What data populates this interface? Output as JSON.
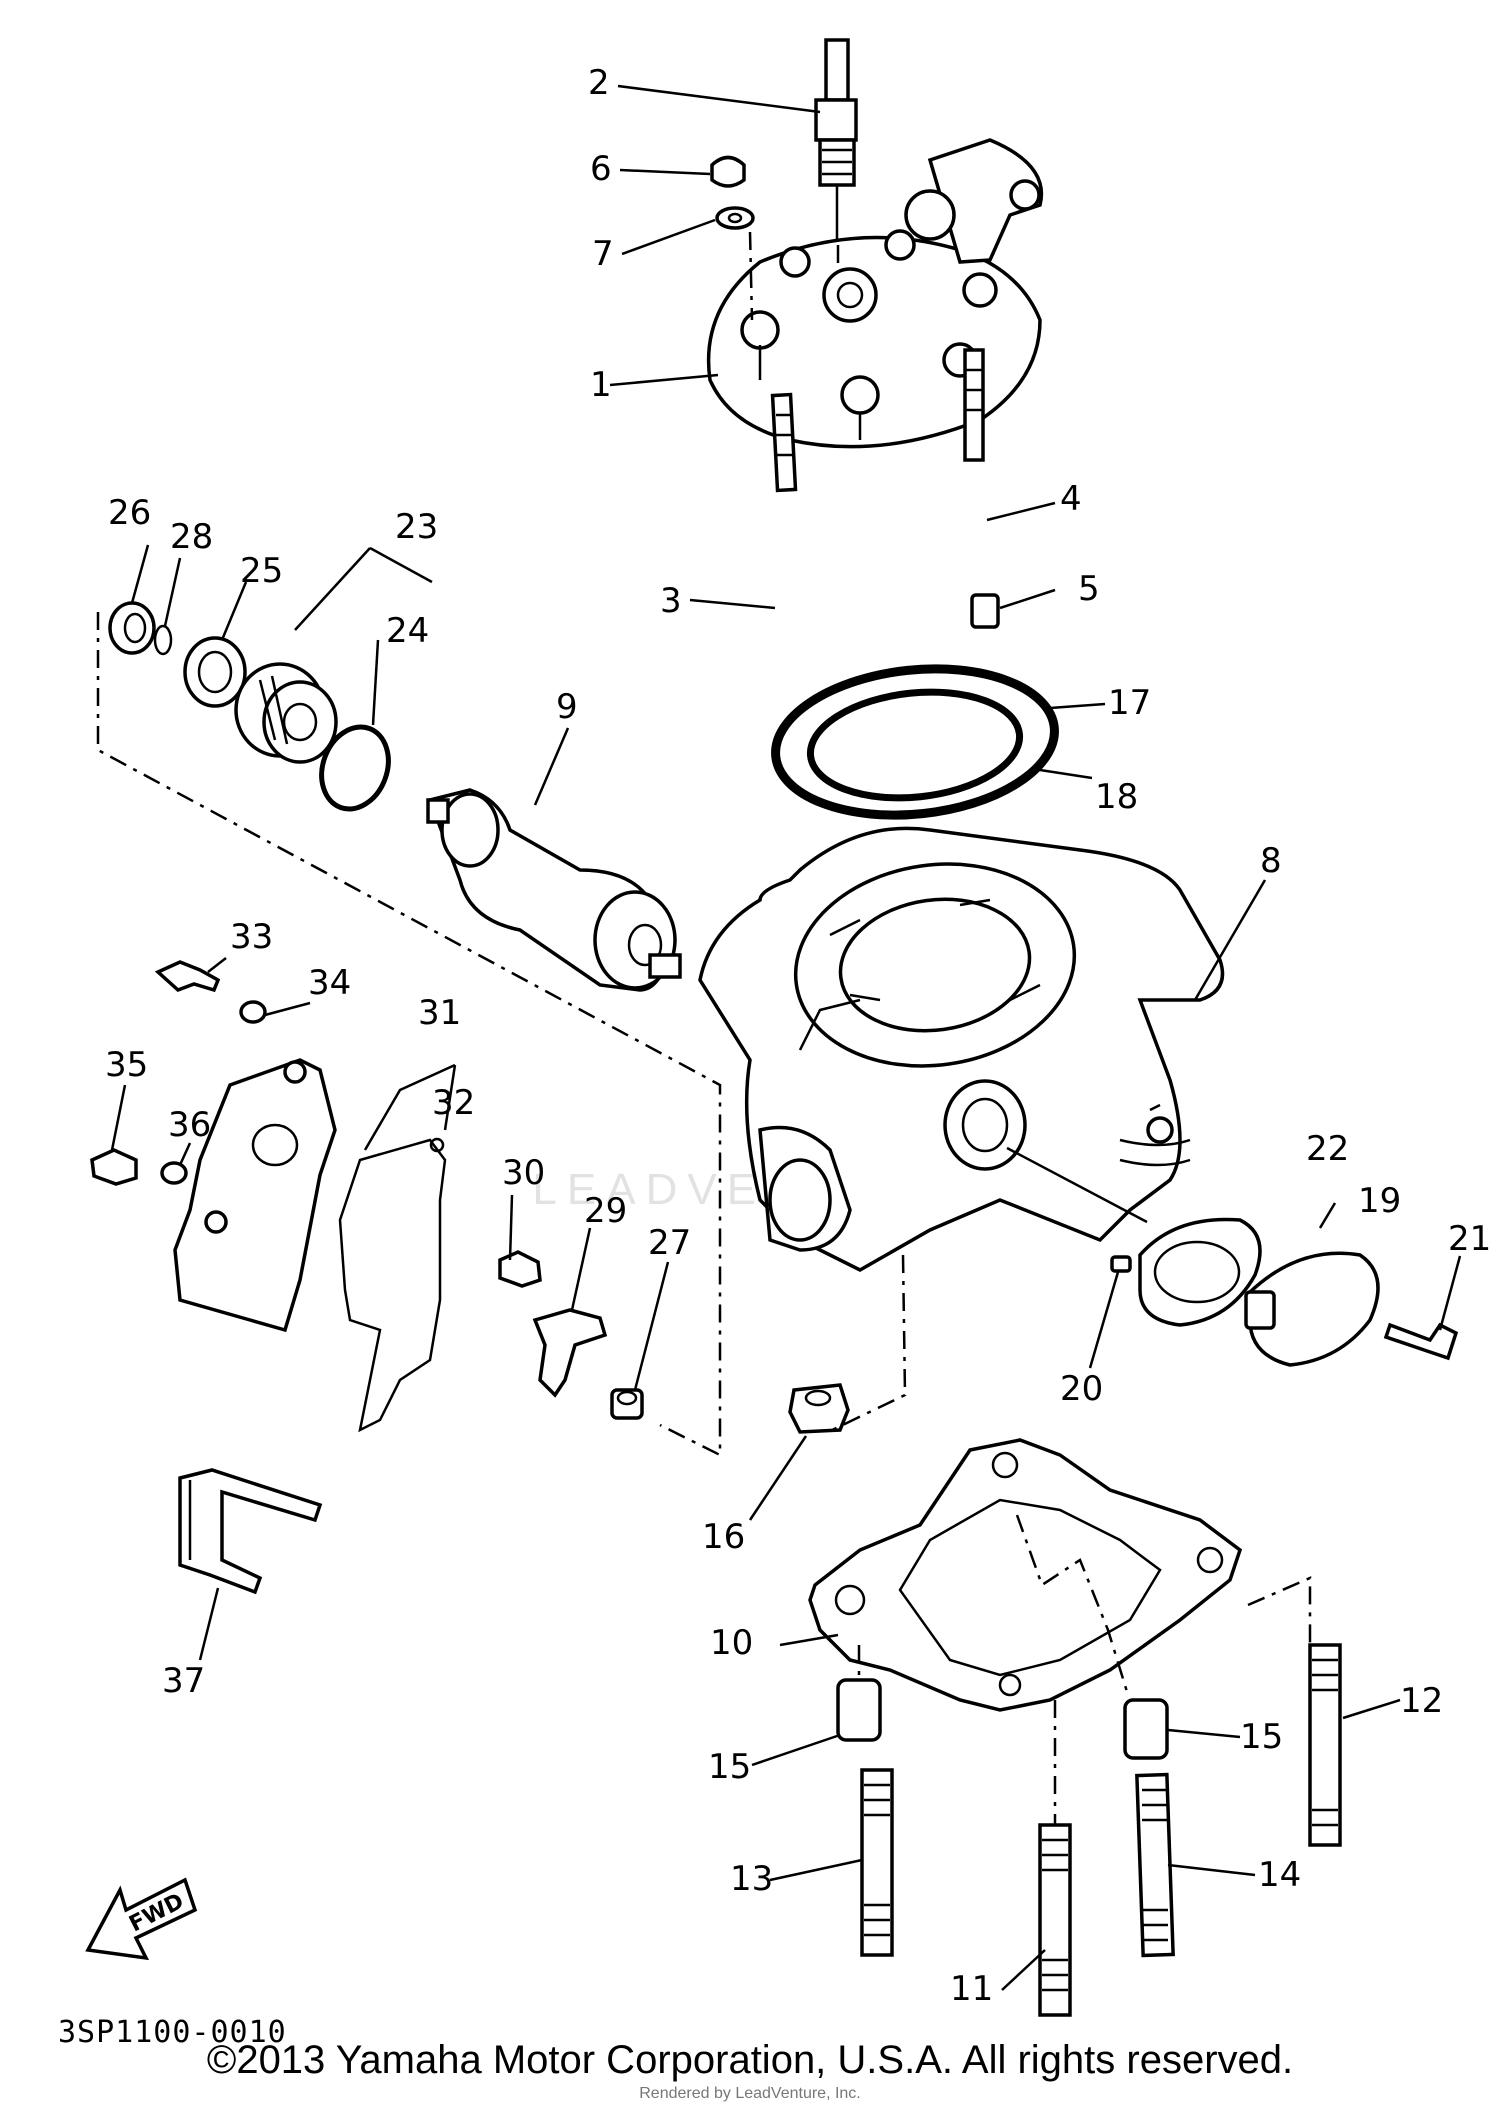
{
  "diagram_code": "3SP1100-0010",
  "fwd_label": "FWD",
  "copyright": "©2013 Yamaha Motor Corporation, U.S.A. All rights reserved.",
  "watermark": "Rendered by LeadVenture, Inc.",
  "watermark_brand": "LEADVENTURE",
  "callouts": {
    "c1": "1",
    "c2": "2",
    "c3": "3",
    "c4": "4",
    "c5": "5",
    "c6": "6",
    "c7": "7",
    "c8": "8",
    "c9": "9",
    "c10": "10",
    "c11": "11",
    "c12": "12",
    "c13": "13",
    "c14": "14",
    "c15a": "15",
    "c15b": "15",
    "c16": "16",
    "c17": "17",
    "c18": "18",
    "c19": "19",
    "c20": "20",
    "c21": "21",
    "c22": "22",
    "c23": "23",
    "c24": "24",
    "c25": "25",
    "c26": "26",
    "c27": "27",
    "c28": "28",
    "c29": "29",
    "c30": "30",
    "c31": "31",
    "c32": "32",
    "c33": "33",
    "c34": "34",
    "c35": "35",
    "c36": "36",
    "c37": "37"
  }
}
